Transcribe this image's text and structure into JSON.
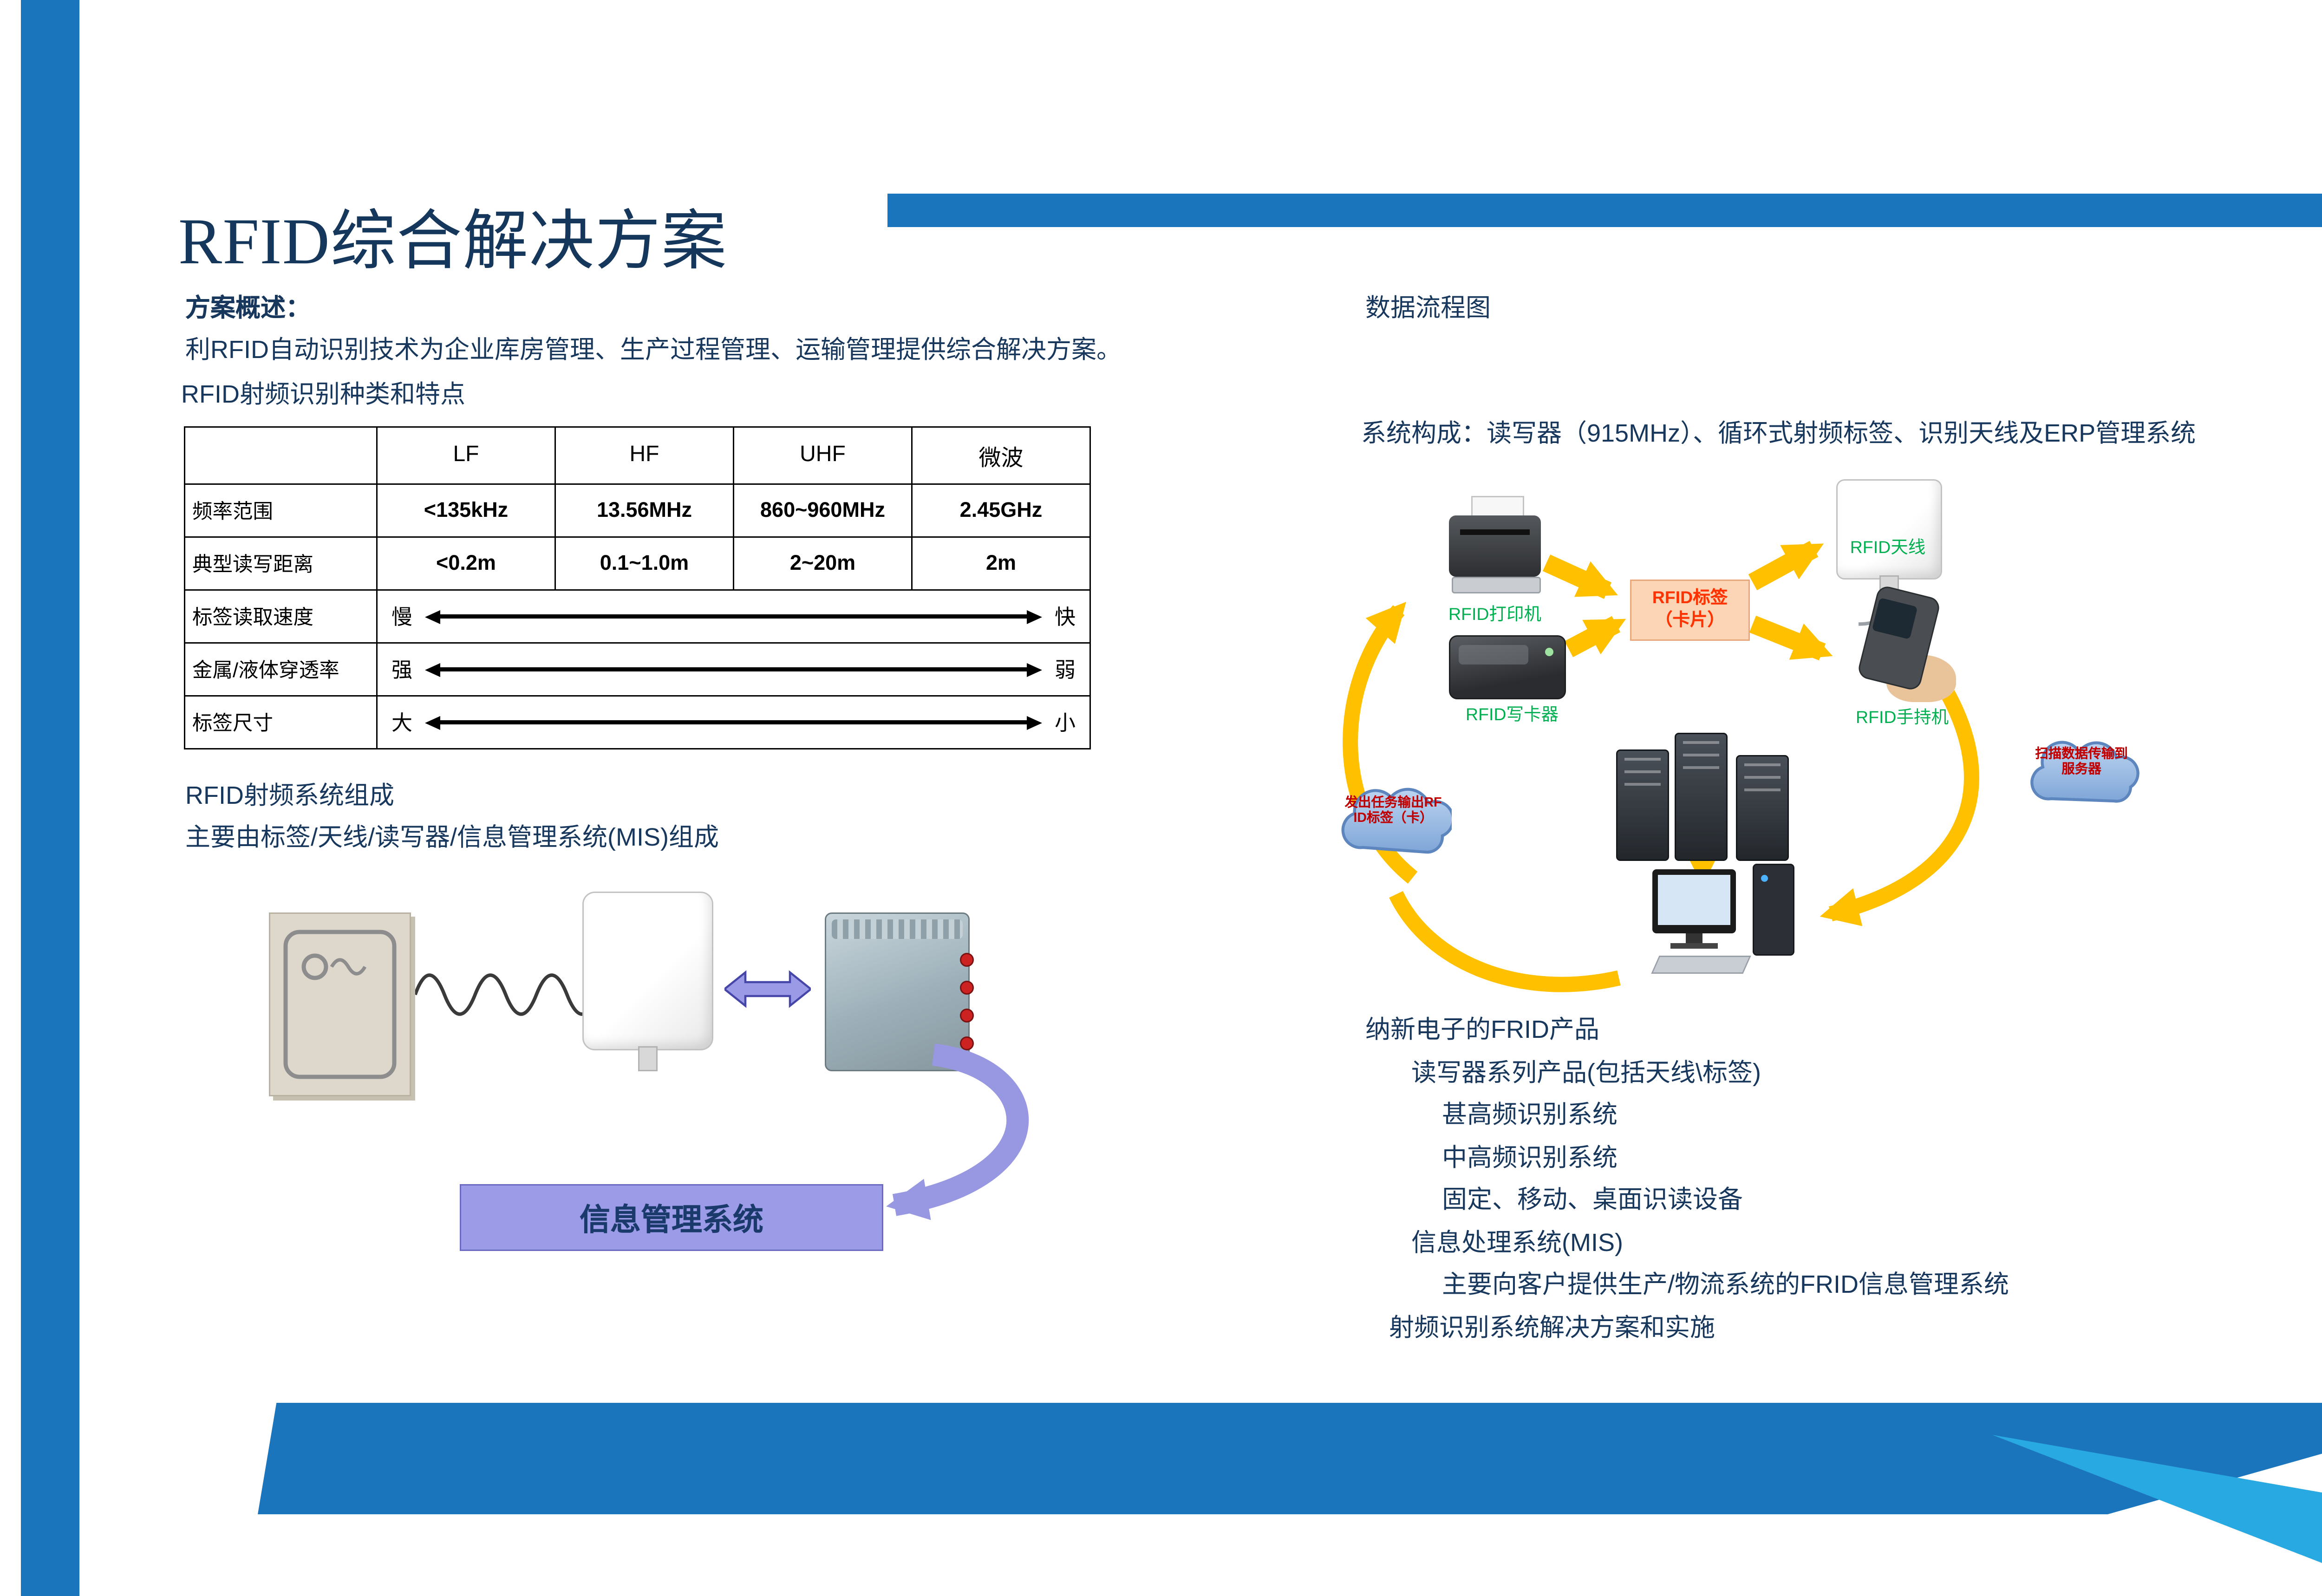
{
  "slide": {
    "title": "RFID综合解决方案"
  },
  "colors": {
    "accent_blue": "#1B75BC",
    "light_blue": "#29A9E1",
    "title_navy": "#17375D",
    "green_label": "#00B050",
    "tag_box_fill": "#FBD5B5",
    "tag_box_text": "#FF3300",
    "cloud_text_red": "#C00000",
    "mis_box_fill": "#9B9BE8"
  },
  "left": {
    "overview_label": "方案概述：",
    "overview_text": "利RFID自动识别技术为企业库房管理、生产过程管理、运输管理提供综合解决方案。",
    "table_title": "RFID射频识别种类和特点",
    "table": {
      "headers": [
        "",
        "LF",
        "HF",
        "UHF",
        "微波"
      ],
      "rows": [
        {
          "label": "频率范围",
          "values": [
            "<135kHz",
            "13.56MHz",
            "860~960MHz",
            "2.45GHz"
          ]
        },
        {
          "label": "典型读写距离",
          "values": [
            "<0.2m",
            "0.1~1.0m",
            "2~20m",
            "2m"
          ]
        },
        {
          "label": "标签读取速度",
          "left": "慢",
          "right": "快"
        },
        {
          "label": "金属/液体穿透率",
          "left": "强",
          "right": "弱"
        },
        {
          "label": "标签尺寸",
          "left": "大",
          "right": "小"
        }
      ]
    },
    "system_title": "RFID射频系统组成",
    "system_text": "主要由标签/天线/读写器/信息管理系统(MIS)组成",
    "mis_label": "信息管理系统"
  },
  "right": {
    "flow_title": "数据流程图",
    "system_line": "系统构成：读写器（915MHz）、循环式射频标签、识别天线及ERP管理系统",
    "diagram": {
      "printer_label": "RFID打印机",
      "tag_line1": "RFID标签",
      "tag_line2": "（卡片）",
      "antenna_label": "RFID天线",
      "writer_label": "RFID写卡器",
      "handheld_label": "RFID手持机",
      "cloud_left": "发出任务输出RFID标签（卡）",
      "cloud_right": "扫描数据传输到服务器"
    },
    "products": [
      "纳新电子的FRID产品",
      "读写器系列产品(包括天线\\标签)",
      "甚高频识别系统",
      "中高频识别系统",
      "固定、移动、桌面识读设备",
      "信息处理系统(MIS)",
      "主要向客户提供生产/物流系统的FRID信息管理系统",
      "射频识别系统解决方案和实施"
    ]
  }
}
